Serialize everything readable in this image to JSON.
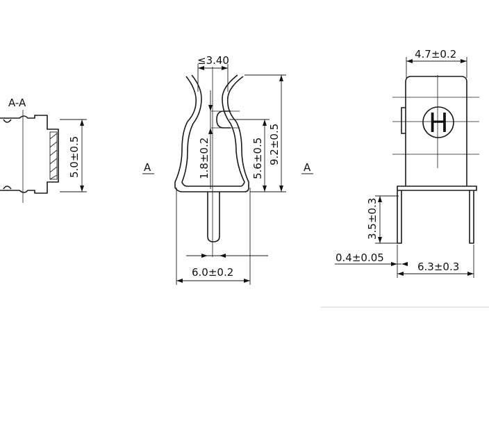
{
  "views": {
    "section": {
      "title": "A-A",
      "dim_height": "5.0±0.5"
    },
    "front": {
      "dim_top_gap": "≤3.40",
      "dim_inner_height": "5.6±0.5",
      "dim_total_height": "9.2±0.5",
      "dim_slot": "1.8±0.2",
      "dim_width": "6.0±0.2",
      "section_mark_left": "A",
      "section_mark_right": "A"
    },
    "side": {
      "dim_top_width": "4.7±0.2",
      "mark": "H",
      "dim_pin_length": "3.5±0.3",
      "dim_pin_thickness": "0.4±0.05",
      "dim_pin_spacing": "6.3±0.3"
    }
  }
}
